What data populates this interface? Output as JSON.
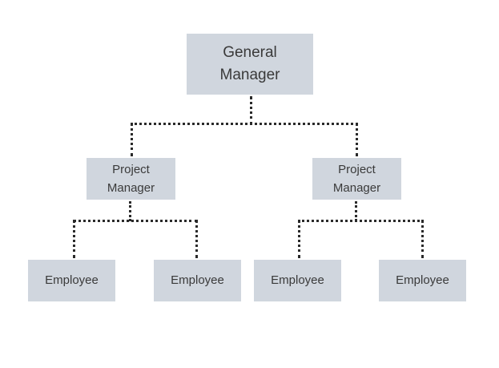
{
  "diagram": {
    "root": {
      "label": "General\nManager"
    },
    "managers": [
      {
        "label": "Project\nManager",
        "employees": [
          {
            "label": "Employee"
          },
          {
            "label": "Employee"
          }
        ]
      },
      {
        "label": "Project\nManager",
        "employees": [
          {
            "label": "Employee"
          },
          {
            "label": "Employee"
          }
        ]
      }
    ]
  },
  "colors": {
    "node_fill": "#d0d6de",
    "text": "#3a3a3a",
    "connector": "#2a2a2a",
    "background": "#ffffff"
  }
}
